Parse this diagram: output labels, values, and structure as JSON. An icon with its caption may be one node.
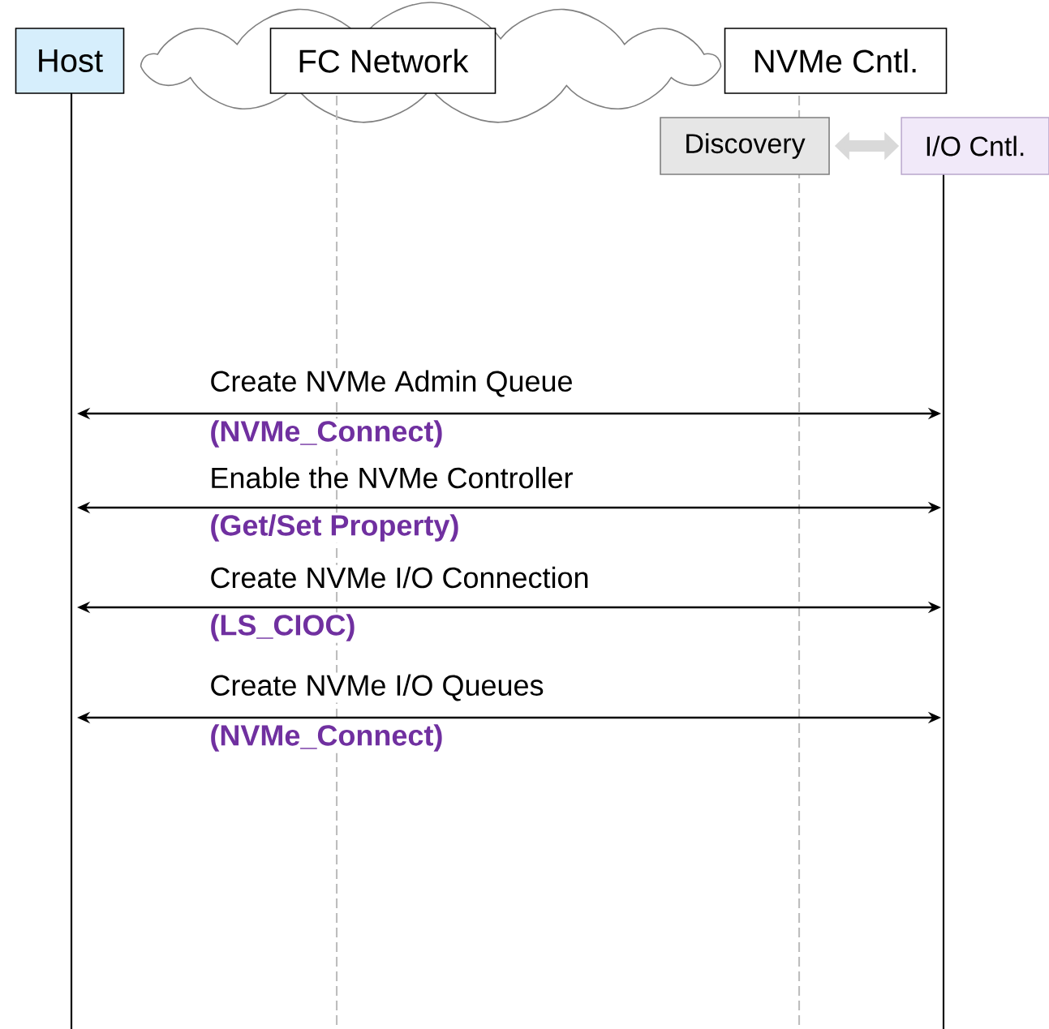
{
  "diagram": {
    "nodes": [
      {
        "text": [
          "Host"
        ]
      },
      {
        "text": [],
        "shape": "cloud"
      },
      {
        "text": [
          "FC Network"
        ],
        "in": 1
      },
      {
        "text": [
          "NVMe Cntl."
        ]
      },
      {
        "text": [
          "Discovery"
        ]
      },
      {
        "text": [
          "I/O Cntl."
        ]
      }
    ],
    "edges": [
      {
        "from": 4,
        "to": 5,
        "arrow": "both",
        "style": "thick",
        "color": "#d9d9d9"
      },
      {
        "from": 0,
        "to": 5,
        "arrow": "both",
        "label": "Create NVMe Admin Queue"
      },
      {
        "from": 0,
        "to": 5,
        "arrow": "both",
        "label": "Enable the NVMe Controller"
      },
      {
        "from": 0,
        "to": 5,
        "arrow": "both",
        "label": "Create NVMe I/O Connection"
      },
      {
        "from": 0,
        "to": 5,
        "arrow": "both",
        "label": "Create NVMe I/O Queues"
      }
    ],
    "labels": [
      "(NVMe_Connect)",
      "(Get/Set Property)",
      "(LS_CIOC)",
      "(NVMe_Connect)"
    ]
  }
}
